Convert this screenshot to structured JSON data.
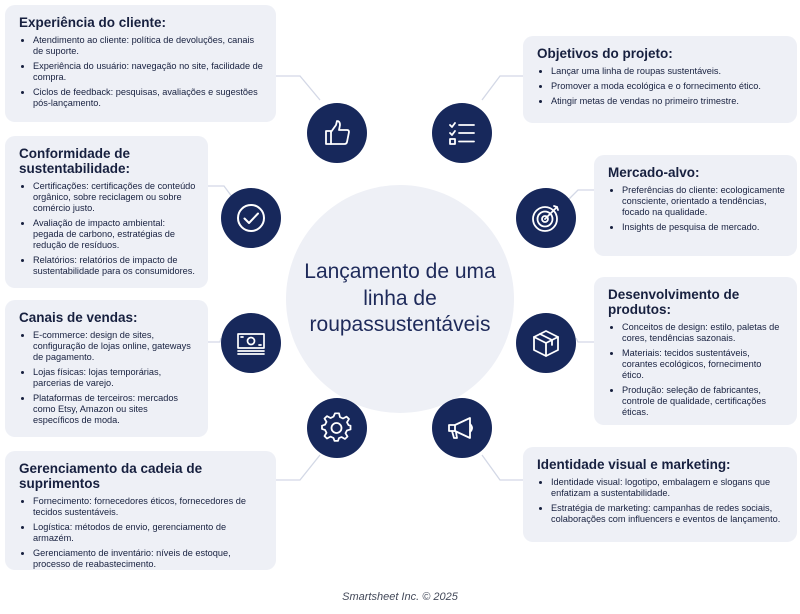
{
  "center": {
    "title": "Lançamento de uma linha de roupassustentáveis"
  },
  "cards": {
    "experiencia": {
      "title": "Experiência do cliente:",
      "items": [
        "Atendimento ao cliente: política de devoluções, canais de suporte.",
        "Experiência do usuário: navegação no site, facilidade de compra.",
        "Ciclos de feedback: pesquisas, avaliações e sugestões pós-lançamento."
      ]
    },
    "conformidade": {
      "title": "Conformidade de sustentabilidade:",
      "items": [
        "Certificações: certificações de conteúdo orgânico, sobre reciclagem ou sobre comércio justo.",
        "Avaliação de impacto ambiental: pegada de carbono, estratégias de redução de resíduos.",
        "Relatórios: relatórios de impacto de sustentabilidade para os consumidores."
      ]
    },
    "canais": {
      "title": "Canais de vendas:",
      "items": [
        "E-commerce: design de sites, configuração de lojas online, gateways de pagamento.",
        "Lojas físicas: lojas temporárias, parcerias de varejo.",
        "Plataformas de terceiros: mercados como Etsy, Amazon ou sites específicos de moda."
      ]
    },
    "cadeia": {
      "title": "Gerenciamento da cadeia de suprimentos",
      "items": [
        "Fornecimento: fornecedores éticos, fornecedores de tecidos sustentáveis.",
        "Logística: métodos de envio, gerenciamento de armazém.",
        "Gerenciamento de inventário: níveis de estoque, processo de reabastecimento."
      ]
    },
    "objetivos": {
      "title": "Objetivos do projeto:",
      "items": [
        "Lançar uma linha de roupas sustentáveis.",
        "Promover a moda ecológica e o fornecimento ético.",
        "Atingir metas de vendas no primeiro trimestre."
      ]
    },
    "mercado": {
      "title": "Mercado-alvo:",
      "items": [
        "Preferências do cliente: ecologicamente consciente, orientado a tendências, focado na qualidade.",
        "Insights de pesquisa de mercado."
      ]
    },
    "desenvolvimento": {
      "title": "Desenvolvimento de produtos:",
      "items": [
        "Conceitos de design: estilo, paletas de cores, tendências sazonais.",
        "Materiais: tecidos sustentáveis, corantes ecológicos, fornecimento ético.",
        "Produção: seleção de fabricantes, controle de qualidade, certificações éticas."
      ]
    },
    "identidade": {
      "title": "Identidade visual e marketing:",
      "items": [
        "Identidade visual: logotipo, embalagem e slogans que enfatizam a sustentabilidade.",
        "Estratégia de marketing: campanhas de redes sociais, colaborações com influencers e eventos de lançamento."
      ]
    }
  },
  "icons": {
    "experiencia": "thumbs-up-icon",
    "conformidade": "check-circle-icon",
    "canais": "money-stack-icon",
    "cadeia": "gear-icon",
    "objetivos": "checklist-icon",
    "mercado": "target-icon",
    "desenvolvimento": "box-icon",
    "identidade": "megaphone-icon"
  },
  "colors": {
    "icon_bg": "#17285b",
    "card_bg": "#eef0f6",
    "connector": "#d3d8e6"
  },
  "footer": "Smartsheet Inc. © 2025"
}
